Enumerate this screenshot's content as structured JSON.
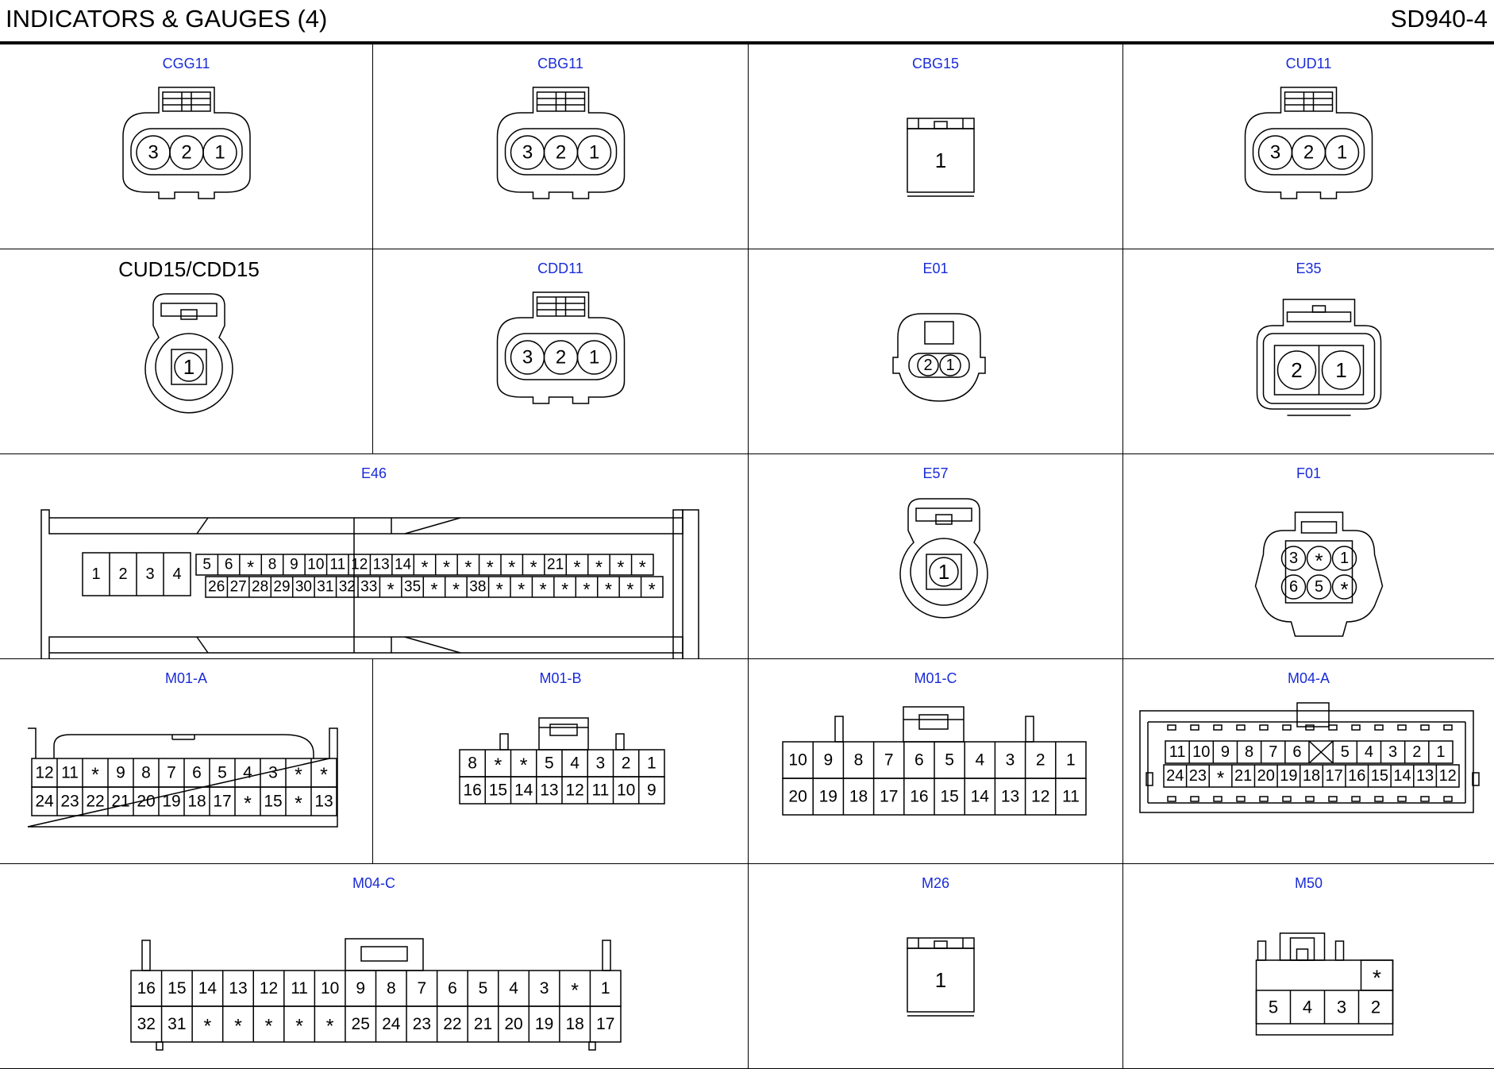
{
  "page": {
    "title": "INDICATORS & GAUGES (4)",
    "code": "SD940-4"
  },
  "connectors": [
    {
      "id": "CGG11",
      "label": "CGG11",
      "style": "blue",
      "type": "oval3",
      "pins": [
        "3",
        "2",
        "1"
      ]
    },
    {
      "id": "CBG11",
      "label": "CBG11",
      "style": "blue",
      "type": "oval3",
      "pins": [
        "3",
        "2",
        "1"
      ]
    },
    {
      "id": "CBG15",
      "label": "CBG15",
      "style": "blue",
      "type": "single-rect",
      "pins": [
        "1"
      ]
    },
    {
      "id": "CUD11",
      "label": "CUD11",
      "style": "blue",
      "type": "oval3",
      "pins": [
        "3",
        "2",
        "1"
      ]
    },
    {
      "id": "CUD15-CDD15",
      "label": "CUD15/CDD15",
      "style": "black",
      "type": "round1",
      "pins": [
        "1"
      ]
    },
    {
      "id": "CDD11",
      "label": "CDD11",
      "style": "blue",
      "type": "oval3",
      "pins": [
        "3",
        "2",
        "1"
      ]
    },
    {
      "id": "E01",
      "label": "E01",
      "style": "blue",
      "type": "small2",
      "pins": [
        "2",
        "1"
      ]
    },
    {
      "id": "E35",
      "label": "E35",
      "style": "blue",
      "type": "rect2",
      "pins": [
        "2",
        "1"
      ]
    },
    {
      "id": "E46",
      "label": "E46",
      "style": "blue",
      "type": "long",
      "block_pins": [
        "1",
        "2",
        "3",
        "4"
      ],
      "rows": [
        [
          "5",
          "6",
          "*",
          "8",
          "9",
          "10",
          "11",
          "12",
          "13",
          "14",
          "*",
          "*",
          "*",
          "*",
          "*",
          "*",
          "21",
          "*",
          "*",
          "*",
          "*"
        ],
        [
          "26",
          "27",
          "28",
          "29",
          "30",
          "31",
          "32",
          "33",
          "*",
          "35",
          "*",
          "*",
          "38",
          "*",
          "*",
          "*",
          "*",
          "*",
          "*",
          "*",
          "*"
        ]
      ]
    },
    {
      "id": "E57",
      "label": "E57",
      "style": "blue",
      "type": "round1",
      "pins": [
        "1"
      ]
    },
    {
      "id": "F01",
      "label": "F01",
      "style": "blue",
      "type": "six",
      "rows": [
        [
          "3",
          "*",
          "1"
        ],
        [
          "6",
          "5",
          "*"
        ]
      ]
    },
    {
      "id": "M01-A",
      "label": "M01-A",
      "style": "blue",
      "type": "grid",
      "rows": [
        [
          "12",
          "11",
          "*",
          "9",
          "8",
          "7",
          "6",
          "5",
          "4",
          "3",
          "*",
          "*"
        ],
        [
          "24",
          "23",
          "22",
          "21",
          "20",
          "19",
          "18",
          "17",
          "*",
          "15",
          "*",
          "13"
        ]
      ]
    },
    {
      "id": "M01-B",
      "label": "M01-B",
      "style": "blue",
      "type": "grid",
      "rows": [
        [
          "8",
          "*",
          "*",
          "5",
          "4",
          "3",
          "2",
          "1"
        ],
        [
          "16",
          "15",
          "14",
          "13",
          "12",
          "11",
          "10",
          "9"
        ]
      ]
    },
    {
      "id": "M01-C",
      "label": "M01-C",
      "style": "blue",
      "type": "grid",
      "rows": [
        [
          "10",
          "9",
          "8",
          "7",
          "6",
          "5",
          "4",
          "3",
          "2",
          "1"
        ],
        [
          "20",
          "19",
          "18",
          "17",
          "16",
          "15",
          "14",
          "13",
          "12",
          "11"
        ]
      ]
    },
    {
      "id": "M04-A",
      "label": "M04-A",
      "style": "blue",
      "type": "grid",
      "rows": [
        [
          "11",
          "10",
          "9",
          "8",
          "7",
          "6",
          "X",
          "5",
          "4",
          "3",
          "2",
          "1"
        ],
        [
          "24",
          "23",
          "*",
          "21",
          "20",
          "19",
          "18",
          "17",
          "16",
          "15",
          "14",
          "13",
          "12"
        ]
      ]
    },
    {
      "id": "M04-C",
      "label": "M04-C",
      "style": "blue",
      "type": "grid",
      "rows": [
        [
          "16",
          "15",
          "14",
          "13",
          "12",
          "11",
          "10",
          "9",
          "8",
          "7",
          "6",
          "5",
          "4",
          "3",
          "*",
          "1"
        ],
        [
          "32",
          "31",
          "*",
          "*",
          "*",
          "*",
          "*",
          "25",
          "24",
          "23",
          "22",
          "21",
          "20",
          "19",
          "18",
          "17"
        ]
      ]
    },
    {
      "id": "M26",
      "label": "M26",
      "style": "blue",
      "type": "single-rect",
      "pins": [
        "1"
      ]
    },
    {
      "id": "M50",
      "label": "M50",
      "style": "blue",
      "type": "m50",
      "rows": [
        [
          "*"
        ],
        [
          "5",
          "4",
          "3",
          "2"
        ]
      ]
    }
  ]
}
